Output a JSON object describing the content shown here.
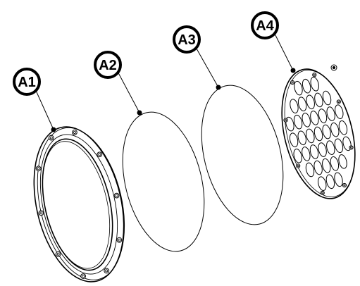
{
  "callouts": [
    {
      "label": "A1",
      "part": "flange-ring"
    },
    {
      "label": "A2",
      "part": "gasket"
    },
    {
      "label": "A3",
      "part": "gasket"
    },
    {
      "label": "A4",
      "part": "perforated-plate"
    }
  ],
  "colors": {
    "line": "#000000",
    "background": "#ffffff"
  }
}
